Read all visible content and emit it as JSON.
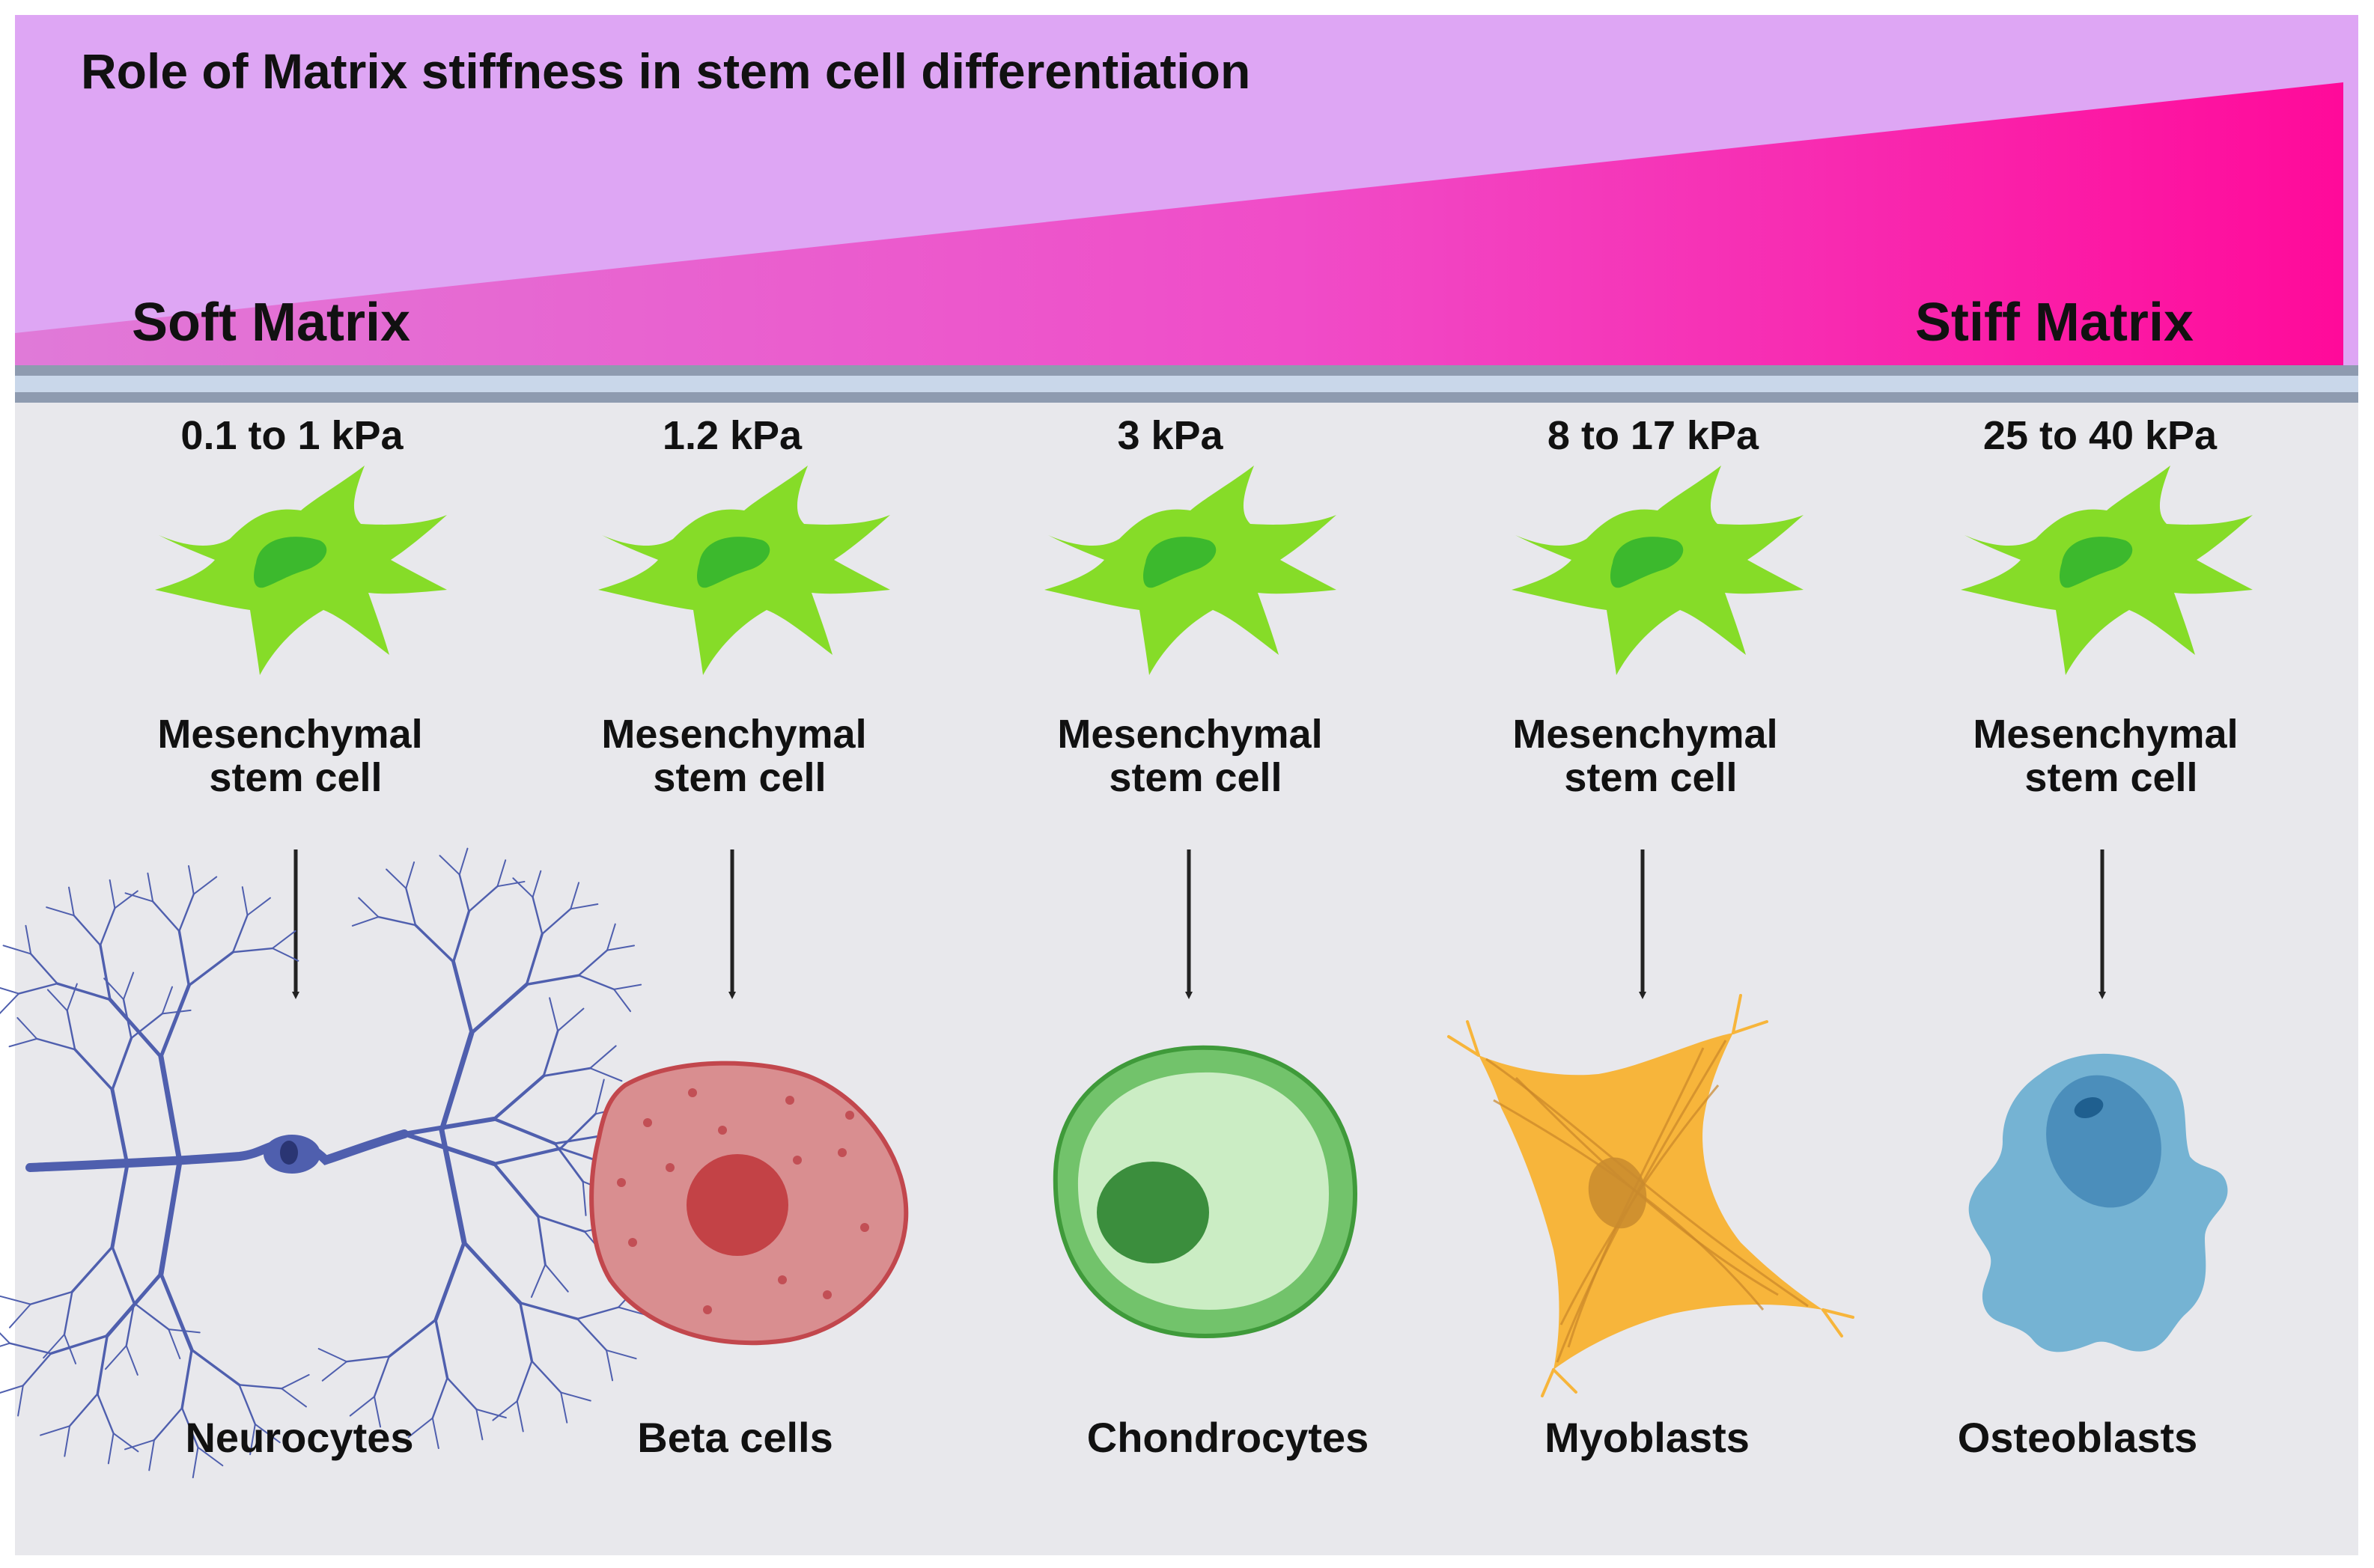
{
  "title": "Role of Matrix stiffness in stem cell differentiation",
  "gradient": {
    "left_label": "Soft Matrix",
    "right_label": "Stiff Matrix",
    "colors": {
      "light": "#dea6f4",
      "start": "#e07ad8",
      "end": "#ff0a9a"
    }
  },
  "colors": {
    "panel_background": "#e8e8ec",
    "stem_cell": "#86dc28",
    "stem_cell_nucleus": "#3cb92d",
    "arrow": "#222222"
  },
  "columns": [
    {
      "stiffness": "0.1 to 1 kPa",
      "source_cell": [
        "Mesenchymal",
        "stem cell"
      ],
      "target_cell": "Neurocytes",
      "target_icon": "neuron-icon",
      "target_color": "#4f5fae"
    },
    {
      "stiffness": "1.2 kPa",
      "source_cell": [
        "Mesenchymal",
        "stem cell"
      ],
      "target_cell": "Beta cells",
      "target_icon": "beta-cell-icon",
      "target_color": "#d98e90"
    },
    {
      "stiffness": "3 kPa",
      "source_cell": [
        "Mesenchymal",
        "stem cell"
      ],
      "target_cell": "Chondrocytes",
      "target_icon": "chondrocyte-icon",
      "target_color": "#72c36b"
    },
    {
      "stiffness": "8 to 17 kPa",
      "source_cell": [
        "Mesenchymal",
        "stem cell"
      ],
      "target_cell": "Myoblasts",
      "target_icon": "myoblast-icon",
      "target_color": "#f7b53b"
    },
    {
      "stiffness": "25 to 40 kPa",
      "source_cell": [
        "Mesenchymal",
        "stem cell"
      ],
      "target_cell": "Osteoblasts",
      "target_icon": "osteoblast-icon",
      "target_color": "#75b3d3"
    }
  ]
}
